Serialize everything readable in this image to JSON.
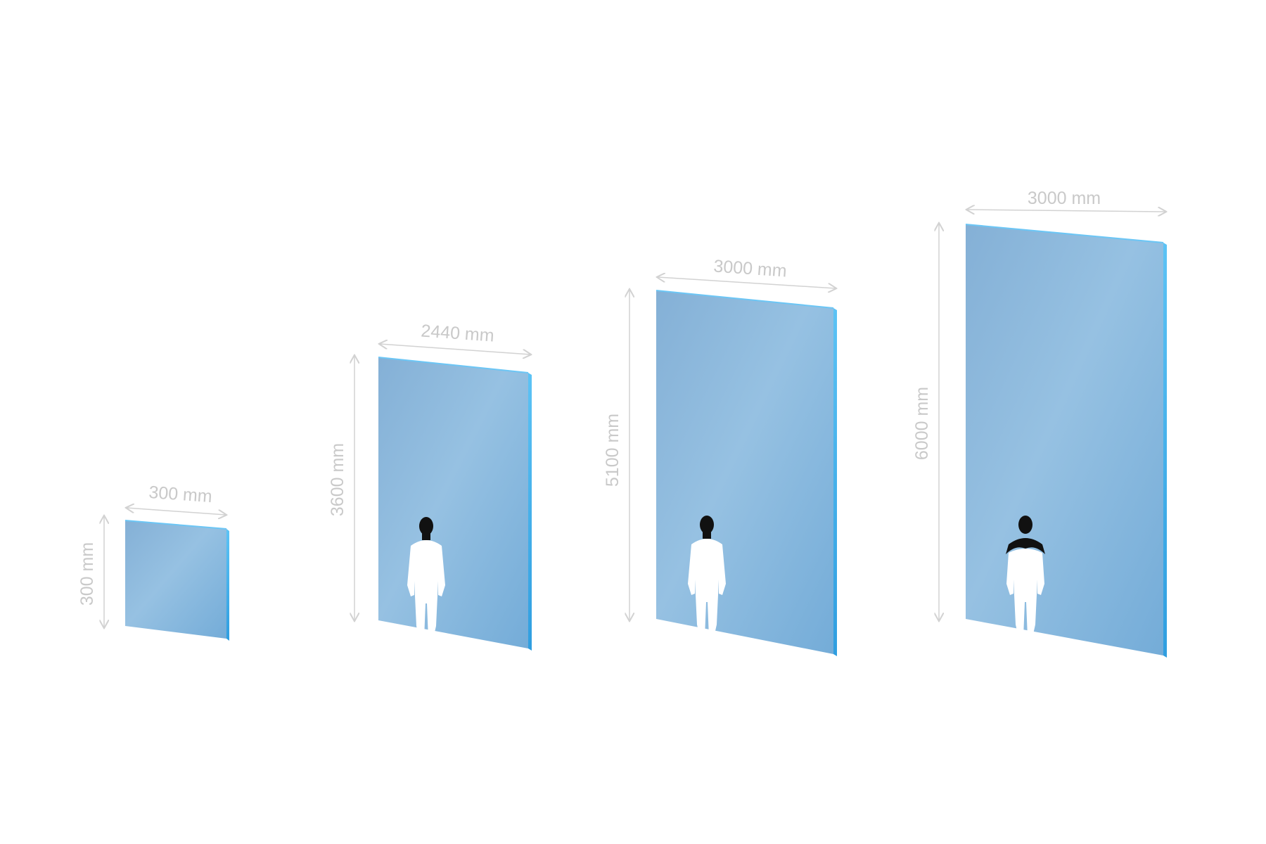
{
  "panels": [
    {
      "width_label": "300 mm",
      "height_label": "300 mm"
    },
    {
      "width_label": "2440 mm",
      "height_label": "3600 mm"
    },
    {
      "width_label": "3000 mm",
      "height_label": "5100 mm"
    },
    {
      "width_label": "3000 mm",
      "height_label": "6000 mm"
    }
  ],
  "colors": {
    "glass_fill": "#8fb9dc",
    "glass_edge": "#45b4ee",
    "dimension": "#c9c9c9",
    "figure_head": "#111111",
    "figure_body": "#ffffff"
  }
}
